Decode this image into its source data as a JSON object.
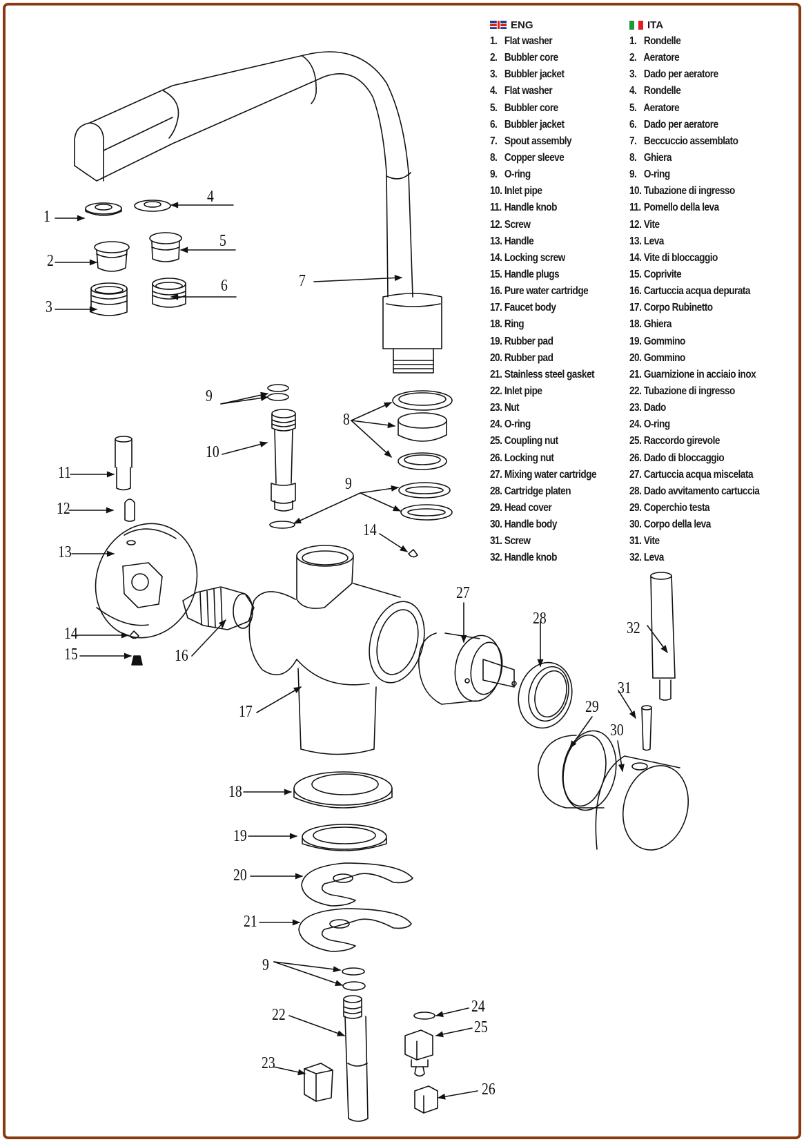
{
  "document": {
    "frame_color": "#8B3A0E",
    "line_color": "#111111"
  },
  "legend": {
    "eng": {
      "flag_icon": "uk-flag-icon",
      "language": "ENG",
      "items": [
        {
          "n": "1.",
          "label": "Flat washer"
        },
        {
          "n": "2.",
          "label": "Bubbler core"
        },
        {
          "n": "3.",
          "label": "Bubbler jacket"
        },
        {
          "n": "4.",
          "label": "Flat washer"
        },
        {
          "n": "5.",
          "label": "Bubbler core"
        },
        {
          "n": "6.",
          "label": "Bubbler jacket"
        },
        {
          "n": "7.",
          "label": "Spout assembly"
        },
        {
          "n": "8.",
          "label": "Copper sleeve"
        },
        {
          "n": "9.",
          "label": "O-ring"
        },
        {
          "n": "10.",
          "label": "Inlet pipe"
        },
        {
          "n": "11.",
          "label": "Handle knob"
        },
        {
          "n": "12.",
          "label": "Screw"
        },
        {
          "n": "13.",
          "label": "Handle"
        },
        {
          "n": "14.",
          "label": "Locking screw"
        },
        {
          "n": "15.",
          "label": "Handle plugs"
        },
        {
          "n": "16.",
          "label": "Pure water cartridge"
        },
        {
          "n": "17.",
          "label": "Faucet body"
        },
        {
          "n": "18.",
          "label": "Ring"
        },
        {
          "n": "19.",
          "label": "Rubber pad"
        },
        {
          "n": "20.",
          "label": "Rubber pad"
        },
        {
          "n": "21.",
          "label": "Stainless steel gasket"
        },
        {
          "n": "22.",
          "label": "Inlet pipe"
        },
        {
          "n": "23.",
          "label": "Nut"
        },
        {
          "n": "24.",
          "label": "O-ring"
        },
        {
          "n": "25.",
          "label": "Coupling nut"
        },
        {
          "n": "26.",
          "label": "Locking nut"
        },
        {
          "n": "27.",
          "label": "Mixing water cartridge"
        },
        {
          "n": "28.",
          "label": "Cartridge platen"
        },
        {
          "n": "29.",
          "label": "Head cover"
        },
        {
          "n": "30.",
          "label": "Handle body"
        },
        {
          "n": "31.",
          "label": "Screw"
        },
        {
          "n": "32.",
          "label": "Handle knob"
        }
      ]
    },
    "ita": {
      "flag_icon": "italy-flag-icon",
      "flag_colors": [
        "#1a9a3a",
        "#ffffff",
        "#e31b23"
      ],
      "language": "ITA",
      "items": [
        {
          "n": "1.",
          "label": "Rondelle"
        },
        {
          "n": "2.",
          "label": "Aeratore"
        },
        {
          "n": "3.",
          "label": "Dado per aeratore"
        },
        {
          "n": "4.",
          "label": "Rondelle"
        },
        {
          "n": "5.",
          "label": "Aeratore"
        },
        {
          "n": "6.",
          "label": "Dado per aeratore"
        },
        {
          "n": "7.",
          "label": "Beccuccio assemblato"
        },
        {
          "n": "8.",
          "label": "Ghiera"
        },
        {
          "n": "9.",
          "label": "O-ring"
        },
        {
          "n": "10.",
          "label": "Tubazione di ingresso"
        },
        {
          "n": "11.",
          "label": "Pomello della leva"
        },
        {
          "n": "12.",
          "label": "Vite"
        },
        {
          "n": "13.",
          "label": "Leva"
        },
        {
          "n": "14.",
          "label": "Vite di bloccaggio"
        },
        {
          "n": "15.",
          "label": "Coprivite"
        },
        {
          "n": "16.",
          "label": "Cartuccia acqua depurata"
        },
        {
          "n": "17.",
          "label": "Corpo Rubinetto"
        },
        {
          "n": "18.",
          "label": "Ghiera"
        },
        {
          "n": "19.",
          "label": "Gommino"
        },
        {
          "n": "20.",
          "label": "Gommino"
        },
        {
          "n": "21.",
          "label": "Guarnizione in acciaio inox"
        },
        {
          "n": "22.",
          "label": "Tubazione di ingresso"
        },
        {
          "n": "23.",
          "label": "Dado"
        },
        {
          "n": "24.",
          "label": "O-ring"
        },
        {
          "n": "25.",
          "label": "Raccordo girevole"
        },
        {
          "n": "26.",
          "label": "Dado di bloccaggio"
        },
        {
          "n": "27.",
          "label": "Cartuccia acqua miscelata"
        },
        {
          "n": "28.",
          "label": "Dado avvitamento cartuccia"
        },
        {
          "n": "29.",
          "label": "Coperchio testa"
        },
        {
          "n": "30.",
          "label": "Corpo della leva"
        },
        {
          "n": "31.",
          "label": "Vite"
        },
        {
          "n": "32.",
          "label": "Leva"
        }
      ]
    }
  },
  "callouts": {
    "c1": "1",
    "c2": "2",
    "c3": "3",
    "c4": "4",
    "c5": "5",
    "c6": "6",
    "c7": "7",
    "c8": "8",
    "c9a": "9",
    "c9b": "9",
    "c9c": "9",
    "c10": "10",
    "c11": "11",
    "c12": "12",
    "c13": "13",
    "c14a": "14",
    "c14b": "14",
    "c15": "15",
    "c16": "16",
    "c17": "17",
    "c18": "18",
    "c19": "19",
    "c20": "20",
    "c21": "21",
    "c22": "22",
    "c23": "23",
    "c24": "24",
    "c25": "25",
    "c26": "26",
    "c27": "27",
    "c28": "28",
    "c29": "29",
    "c30": "30",
    "c31": "31",
    "c32": "32"
  }
}
